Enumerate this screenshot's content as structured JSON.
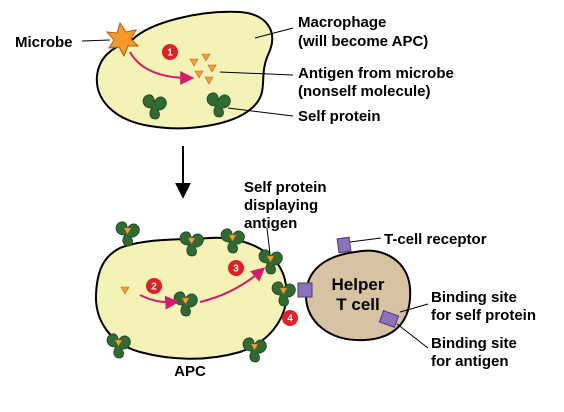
{
  "labels": {
    "microbe": "Microbe",
    "macrophage_line1": "Macrophage",
    "macrophage_line2": "(will become APC)",
    "antigen_line1": "Antigen from microbe",
    "antigen_line2": "(nonself molecule)",
    "self_protein": "Self protein",
    "displaying_line1": "Self protein",
    "displaying_line2": "displaying",
    "displaying_line3": "antigen",
    "tcell_receptor": "T-cell receptor",
    "helper_line1": "Helper",
    "helper_line2": "T cell",
    "binding_self_line1": "Binding site",
    "binding_self_line2": "for self protein",
    "binding_antigen_line1": "Binding site",
    "binding_antigen_line2": "for antigen",
    "apc": "APC"
  },
  "steps": [
    "1",
    "2",
    "3",
    "4"
  ],
  "colors": {
    "cell_fill": "#f5f2b8",
    "tcell_fill": "#d7c2a3",
    "self_protein": "#2f6b32",
    "antigen": "#f3a03b",
    "microbe": "#f49a2c",
    "receptor": "#8b72ba",
    "step_marker": "#e21f26",
    "arrow": "#d31e6f"
  }
}
